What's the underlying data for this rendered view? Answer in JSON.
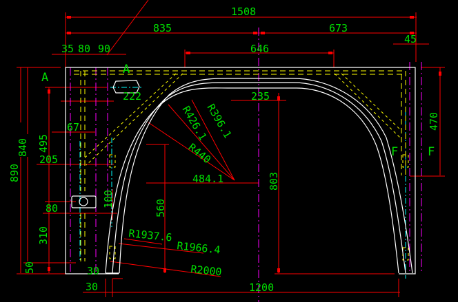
{
  "drawing": {
    "dimensions": {
      "overall_width": "1508",
      "left_width": "835",
      "right_width": "673",
      "top_span": "646",
      "d35": "35",
      "d80_top": "80",
      "d90": "90",
      "d45": "45",
      "d235": "235",
      "d222": "222",
      "d67": "67",
      "d495": "495",
      "d840": "840",
      "d890": "890",
      "d205": "205",
      "d80_slot": "80",
      "d100": "100",
      "d310": "310",
      "d50": "50",
      "d30_a": "30",
      "d30_b": "30",
      "d1200": "1200",
      "d560": "560",
      "d803": "803",
      "d484": "484.1",
      "d470": "470"
    },
    "radii": {
      "r426": "R426.1",
      "r396": "R396.1",
      "r440": "R440",
      "r1937": "R1937.6",
      "r1966": "R1966.4",
      "r2000": "R2000"
    },
    "section_labels": {
      "a_left": "A",
      "a_right": "A",
      "f_left": "F",
      "f_right": "F"
    },
    "colors": {
      "background": "#000000",
      "dimension": "#ff0000",
      "text": "#00e000",
      "outline": "#ffffff",
      "hidden": "#ffff00",
      "centerline": "#ff00ff",
      "axis": "#00ffff"
    }
  }
}
